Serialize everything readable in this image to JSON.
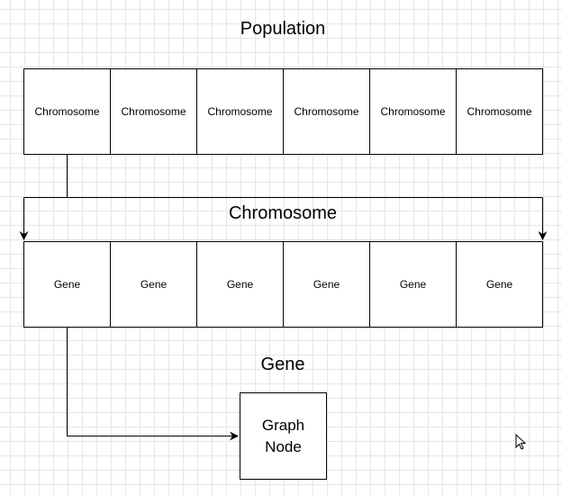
{
  "population": {
    "title": "Population",
    "cells": [
      "Chromosome",
      "Chromosome",
      "Chromosome",
      "Chromosome",
      "Chromosome",
      "Chromosome"
    ]
  },
  "chromosome": {
    "title": "Chromosome",
    "cells": [
      "Gene",
      "Gene",
      "Gene",
      "Gene",
      "Gene",
      "Gene"
    ]
  },
  "gene": {
    "title": "Gene",
    "node_line1": "Graph",
    "node_line2": "Node"
  },
  "colors": {
    "line": "#000000",
    "grid": "#e6e6e6",
    "background": "#ffffff"
  },
  "icons": {
    "cursor": "mouse-pointer-icon"
  }
}
